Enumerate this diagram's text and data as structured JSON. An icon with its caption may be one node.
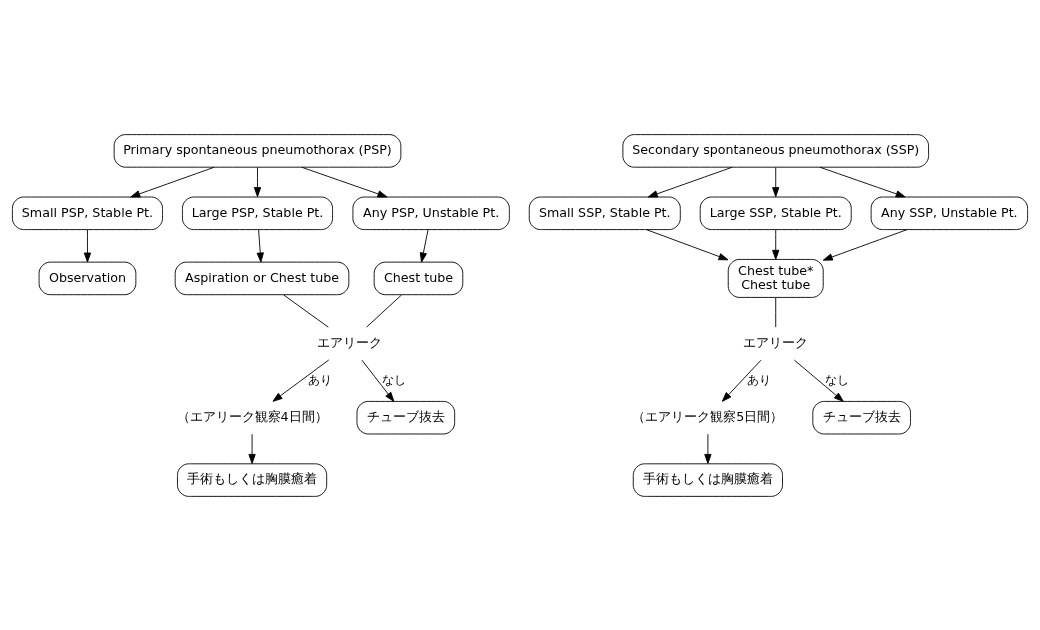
{
  "diagram": {
    "nodes": [
      {
        "text": [
          "Primary spontaneous pneumothorax (PSP)"
        ]
      },
      {
        "text": [
          "Small PSP, Stable Pt."
        ]
      },
      {
        "text": [
          "Large PSP, Stable Pt."
        ]
      },
      {
        "text": [
          "Any PSP, Unstable Pt."
        ]
      },
      {
        "text": [
          "Observation"
        ]
      },
      {
        "text": [
          "Aspiration or Chest tube"
        ]
      },
      {
        "text": [
          "Chest tube"
        ]
      },
      {
        "text": [
          "エアリーク"
        ]
      },
      {
        "text": [
          "（エアリーク観察4日間）"
        ]
      },
      {
        "text": [
          "チューブ抜去"
        ]
      },
      {
        "text": [
          "手術もしくは胸膜癒着"
        ]
      },
      {
        "text": [
          "Secondary spontaneous pneumothorax (SSP)"
        ]
      },
      {
        "text": [
          "Small SSP, Stable Pt."
        ]
      },
      {
        "text": [
          "Large SSP, Stable Pt."
        ]
      },
      {
        "text": [
          "Any SSP, Unstable Pt."
        ]
      },
      {
        "text": [
          "Chest tube*",
          "Chest tube"
        ]
      },
      {
        "text": [
          "エアリーク"
        ]
      },
      {
        "text": [
          "（エアリーク観察5日間）"
        ]
      },
      {
        "text": [
          "チューブ抜去"
        ]
      },
      {
        "text": [
          "手術もしくは胸膜癒着"
        ]
      }
    ],
    "edges": [
      {
        "from": 0,
        "to": 1,
        "arrow": "to"
      },
      {
        "from": 0,
        "to": 2,
        "arrow": "to"
      },
      {
        "from": 0,
        "to": 3,
        "arrow": "to"
      },
      {
        "from": 1,
        "to": 4,
        "arrow": "to"
      },
      {
        "from": 2,
        "to": 5,
        "arrow": "to"
      },
      {
        "from": 3,
        "to": 6,
        "arrow": "to"
      },
      {
        "from": 5,
        "to": 7,
        "arrow": "none"
      },
      {
        "from": 6,
        "to": 7,
        "arrow": "none"
      },
      {
        "from": 7,
        "to": 9,
        "arrow": "to",
        "label": "なし"
      },
      {
        "from": 7,
        "to": 8,
        "arrow": "to",
        "label": "あり"
      },
      {
        "from": 8,
        "to": 10,
        "arrow": "to"
      },
      {
        "from": 11,
        "to": 12,
        "arrow": "to"
      },
      {
        "from": 11,
        "to": 13,
        "arrow": "to"
      },
      {
        "from": 11,
        "to": 14,
        "arrow": "to"
      },
      {
        "from": 12,
        "to": 15,
        "arrow": "to"
      },
      {
        "from": 13,
        "to": 15,
        "arrow": "to"
      },
      {
        "from": 14,
        "to": 15,
        "arrow": "to"
      },
      {
        "from": 15,
        "to": 16,
        "arrow": "none"
      },
      {
        "from": 16,
        "to": 18,
        "arrow": "to",
        "label": "なし"
      },
      {
        "from": 16,
        "to": 17,
        "arrow": "to",
        "label": "あり"
      },
      {
        "from": 17,
        "to": 19,
        "arrow": "to"
      }
    ]
  }
}
